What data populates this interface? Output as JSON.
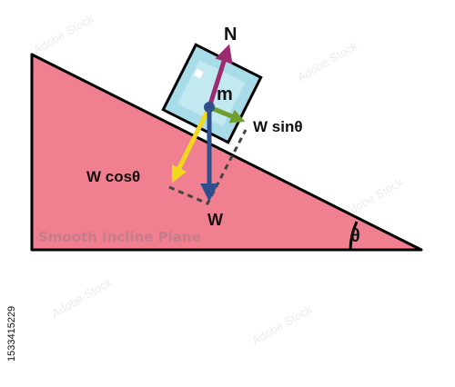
{
  "diagram": {
    "labels": {
      "normal": "N",
      "mass": "m",
      "parallel": "W sinθ",
      "perpendicular": "W cosθ",
      "weight": "W",
      "angle": "θ",
      "plane": "Smooth Incline Plane"
    },
    "watermark_id": "1533415229",
    "colors": {
      "incline": "#f08090",
      "block": "#a8dce8",
      "normal_arrow": "#9c2a6e",
      "weight_arrow": "#2e4f8c",
      "parallel_arrow": "#6f9e2c",
      "perpendicular_arrow": "#f2d81c",
      "dash": "#444444",
      "outline": "#000000"
    }
  }
}
